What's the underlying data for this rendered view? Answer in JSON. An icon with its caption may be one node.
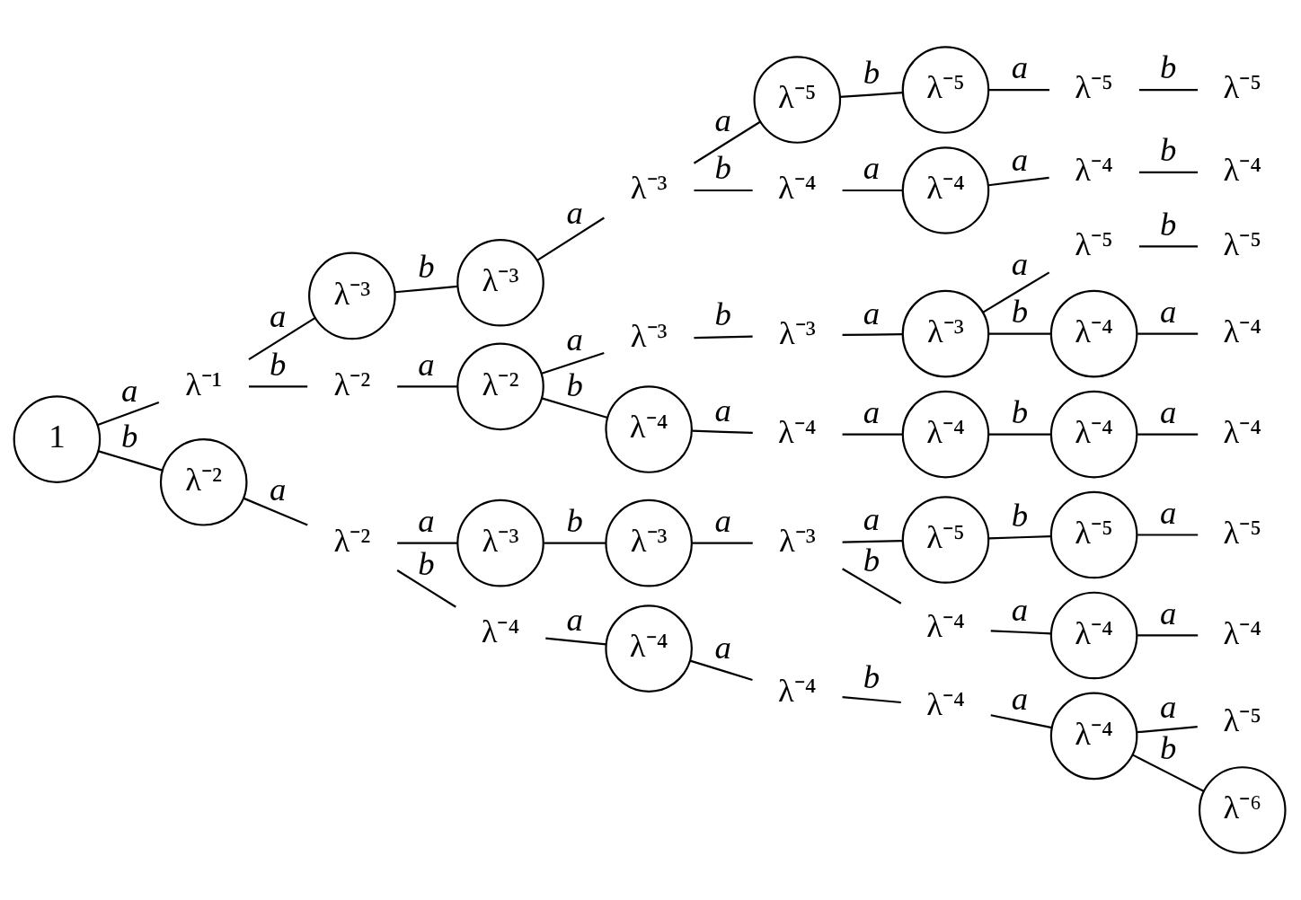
{
  "diagram": {
    "nodes": [
      {
        "text": [
          "1"
        ]
      },
      {
        "text": [
          "λ⁻¹"
        ]
      },
      {
        "text": [
          "λ⁻²"
        ]
      },
      {
        "text": [
          "λ⁻³"
        ]
      },
      {
        "text": [
          "λ⁻²"
        ]
      },
      {
        "text": [
          "λ⁻²"
        ]
      },
      {
        "text": [
          "λ⁻³"
        ]
      },
      {
        "text": [
          "λ⁻²"
        ]
      },
      {
        "text": [
          "λ⁻³"
        ]
      },
      {
        "text": [
          "λ⁻⁴"
        ]
      },
      {
        "text": [
          "λ⁻³"
        ]
      },
      {
        "text": [
          "λ⁻³"
        ]
      },
      {
        "text": [
          "λ⁻⁴"
        ]
      },
      {
        "text": [
          "λ⁻³"
        ]
      },
      {
        "text": [
          "λ⁻⁴"
        ]
      },
      {
        "text": [
          "λ⁻⁵"
        ]
      },
      {
        "text": [
          "λ⁻⁴"
        ]
      },
      {
        "text": [
          "λ⁻³"
        ]
      },
      {
        "text": [
          "λ⁻⁴"
        ]
      },
      {
        "text": [
          "λ⁻³"
        ]
      },
      {
        "text": [
          "λ⁻⁴"
        ]
      },
      {
        "text": [
          "λ⁻⁵"
        ]
      },
      {
        "text": [
          "λ⁻⁴"
        ]
      },
      {
        "text": [
          "λ⁻³"
        ]
      },
      {
        "text": [
          "λ⁻⁴"
        ]
      },
      {
        "text": [
          "λ⁻⁵"
        ]
      },
      {
        "text": [
          "λ⁻⁴"
        ]
      },
      {
        "text": [
          "λ⁻⁴"
        ]
      },
      {
        "text": [
          "λ⁻⁵"
        ]
      },
      {
        "text": [
          "λ⁻⁴"
        ]
      },
      {
        "text": [
          "λ⁻⁵"
        ]
      },
      {
        "text": [
          "λ⁻⁴"
        ]
      },
      {
        "text": [
          "λ⁻⁴"
        ]
      },
      {
        "text": [
          "λ⁻⁵"
        ]
      },
      {
        "text": [
          "λ⁻⁴"
        ]
      },
      {
        "text": [
          "λ⁻⁴"
        ]
      },
      {
        "text": [
          "λ⁻⁵"
        ]
      },
      {
        "text": [
          "λ⁻⁴"
        ]
      },
      {
        "text": [
          "λ⁻⁵"
        ]
      },
      {
        "text": [
          "λ⁻⁴"
        ]
      },
      {
        "text": [
          "λ⁻⁴"
        ]
      },
      {
        "text": [
          "λ⁻⁵"
        ]
      },
      {
        "text": [
          "λ⁻⁴"
        ]
      },
      {
        "text": [
          "λ⁻⁵"
        ]
      },
      {
        "text": [
          "λ⁻⁶"
        ]
      }
    ],
    "edges": [
      {
        "from": 0,
        "to": 1,
        "arrow": "none",
        "label": "a"
      },
      {
        "from": 0,
        "to": 2,
        "arrow": "none",
        "label": "b"
      },
      {
        "from": 1,
        "to": 3,
        "arrow": "none",
        "label": "a"
      },
      {
        "from": 1,
        "to": 4,
        "arrow": "none",
        "label": "b"
      },
      {
        "from": 2,
        "to": 5,
        "arrow": "none",
        "label": "a"
      },
      {
        "from": 3,
        "to": 6,
        "arrow": "none",
        "label": "b"
      },
      {
        "from": 4,
        "to": 7,
        "arrow": "none",
        "label": "a"
      },
      {
        "from": 5,
        "to": 8,
        "arrow": "none",
        "label": "a"
      },
      {
        "from": 5,
        "to": 9,
        "arrow": "none",
        "label": "b"
      },
      {
        "from": 6,
        "to": 10,
        "arrow": "none",
        "label": "a"
      },
      {
        "from": 7,
        "to": 11,
        "arrow": "none",
        "label": "a"
      },
      {
        "from": 7,
        "to": 12,
        "arrow": "none",
        "label": "b"
      },
      {
        "from": 8,
        "to": 13,
        "arrow": "none",
        "label": "b"
      },
      {
        "from": 9,
        "to": 14,
        "arrow": "none",
        "label": "a"
      },
      {
        "from": 10,
        "to": 15,
        "arrow": "none",
        "label": "a"
      },
      {
        "from": 10,
        "to": 16,
        "arrow": "none",
        "label": "b"
      },
      {
        "from": 11,
        "to": 17,
        "arrow": "none",
        "label": "b"
      },
      {
        "from": 12,
        "to": 18,
        "arrow": "none",
        "label": "a"
      },
      {
        "from": 13,
        "to": 19,
        "arrow": "none",
        "label": "a"
      },
      {
        "from": 14,
        "to": 20,
        "arrow": "none",
        "label": "a"
      },
      {
        "from": 15,
        "to": 21,
        "arrow": "none",
        "label": "b"
      },
      {
        "from": 16,
        "to": 22,
        "arrow": "none",
        "label": "a"
      },
      {
        "from": 17,
        "to": 23,
        "arrow": "none",
        "label": "a"
      },
      {
        "from": 18,
        "to": 24,
        "arrow": "none",
        "label": "a"
      },
      {
        "from": 19,
        "to": 25,
        "arrow": "none",
        "label": "a"
      },
      {
        "from": 19,
        "to": 26,
        "arrow": "none",
        "label": "b"
      },
      {
        "from": 20,
        "to": 27,
        "arrow": "none",
        "label": "b"
      },
      {
        "from": 21,
        "to": 28,
        "arrow": "none",
        "label": "a"
      },
      {
        "from": 22,
        "to": 29,
        "arrow": "none",
        "label": "a"
      },
      {
        "from": 23,
        "to": 30,
        "arrow": "none",
        "label": "a"
      },
      {
        "from": 23,
        "to": 31,
        "arrow": "none",
        "label": "b"
      },
      {
        "from": 24,
        "to": 32,
        "arrow": "none",
        "label": "b"
      },
      {
        "from": 25,
        "to": 33,
        "arrow": "none",
        "label": "b"
      },
      {
        "from": 26,
        "to": 34,
        "arrow": "none",
        "label": "a"
      },
      {
        "from": 27,
        "to": 35,
        "arrow": "none",
        "label": "a"
      },
      {
        "from": 28,
        "to": 36,
        "arrow": "none",
        "label": "b"
      },
      {
        "from": 29,
        "to": 37,
        "arrow": "none",
        "label": "b"
      },
      {
        "from": 30,
        "to": 38,
        "arrow": "none",
        "label": "b"
      },
      {
        "from": 31,
        "to": 39,
        "arrow": "none",
        "label": "a"
      },
      {
        "from": 32,
        "to": 40,
        "arrow": "none",
        "label": "a"
      },
      {
        "from": 33,
        "to": 41,
        "arrow": "none",
        "label": "a"
      },
      {
        "from": 34,
        "to": 42,
        "arrow": "none",
        "label": "a"
      },
      {
        "from": 35,
        "to": 43,
        "arrow": "none",
        "label": "a"
      },
      {
        "from": 35,
        "to": 44,
        "arrow": "none",
        "label": "b"
      }
    ]
  }
}
